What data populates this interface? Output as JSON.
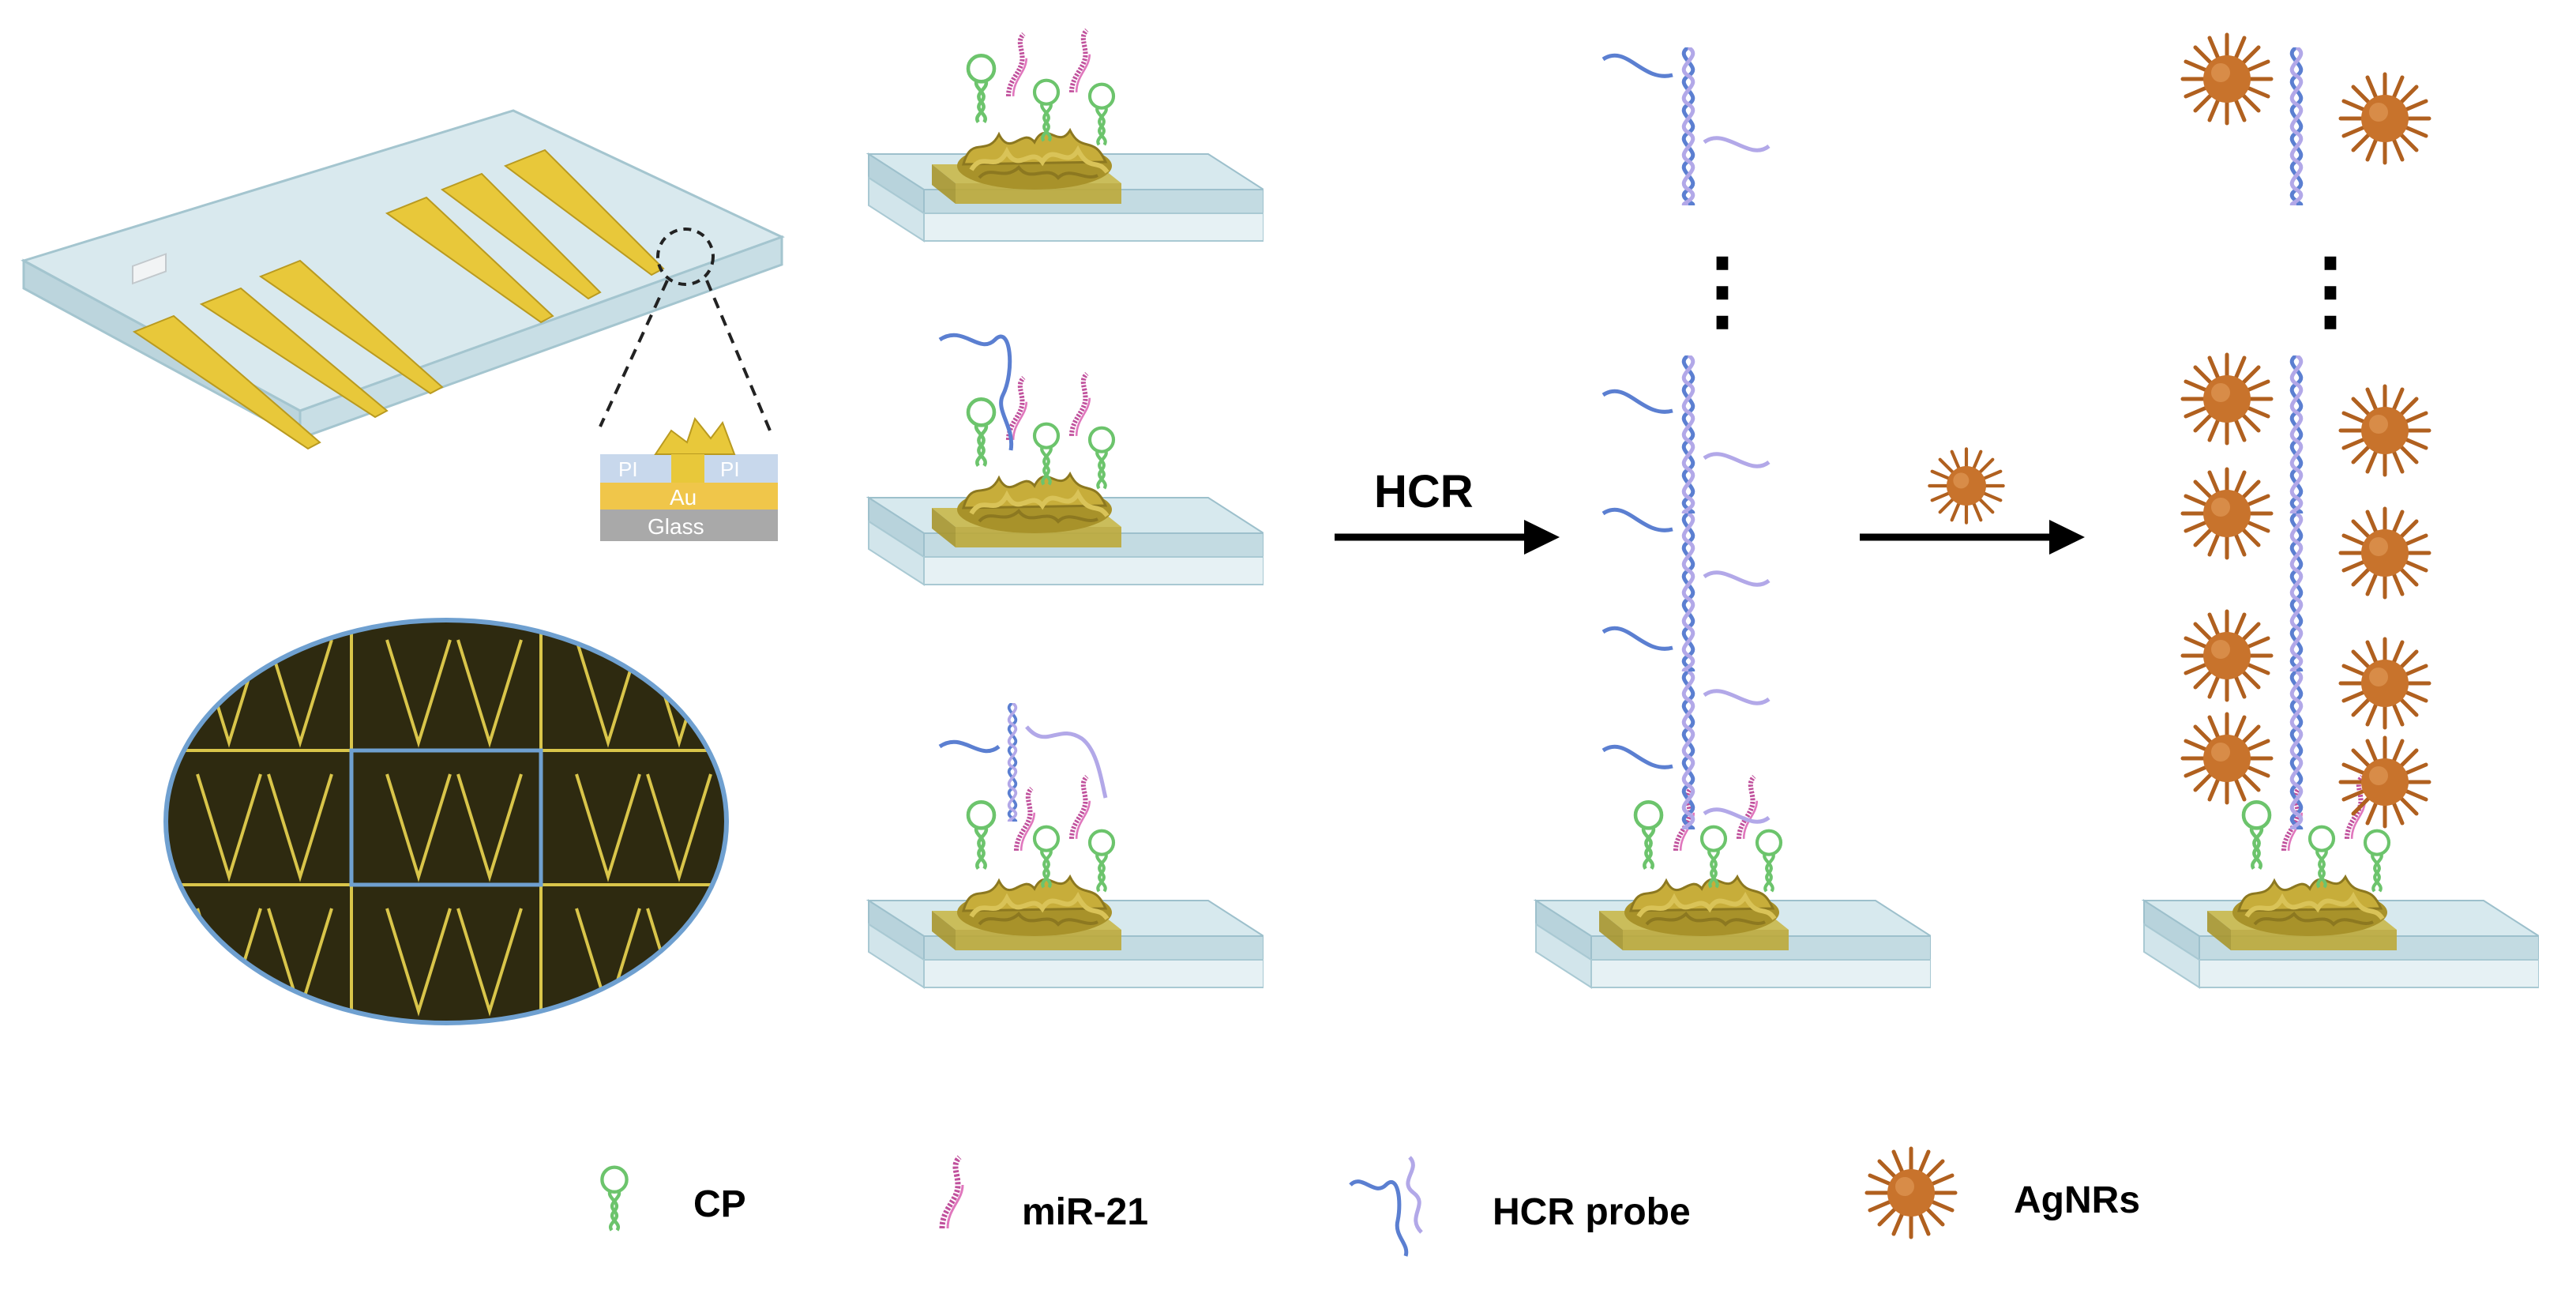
{
  "layers": {
    "pi_left": "PI",
    "pi_right": "PI",
    "au": "Au",
    "glass": "Glass"
  },
  "steps": {
    "hcr_label": "HCR",
    "ellipsis": "⋮"
  },
  "legend": {
    "cp": "CP",
    "mir21": "miR-21",
    "hcr_probe": "HCR probe",
    "agnrs": "AgNRs"
  },
  "colors": {
    "chip_glass": "#cfe3ea",
    "gold": "#e8c83a",
    "cp_green": "#6cc46c",
    "mir_magenta": "#c0509c",
    "probe_blue": "#5b7fd1",
    "probe_lilac": "#b2a8e8",
    "agnr_orange": "#c8732c"
  }
}
